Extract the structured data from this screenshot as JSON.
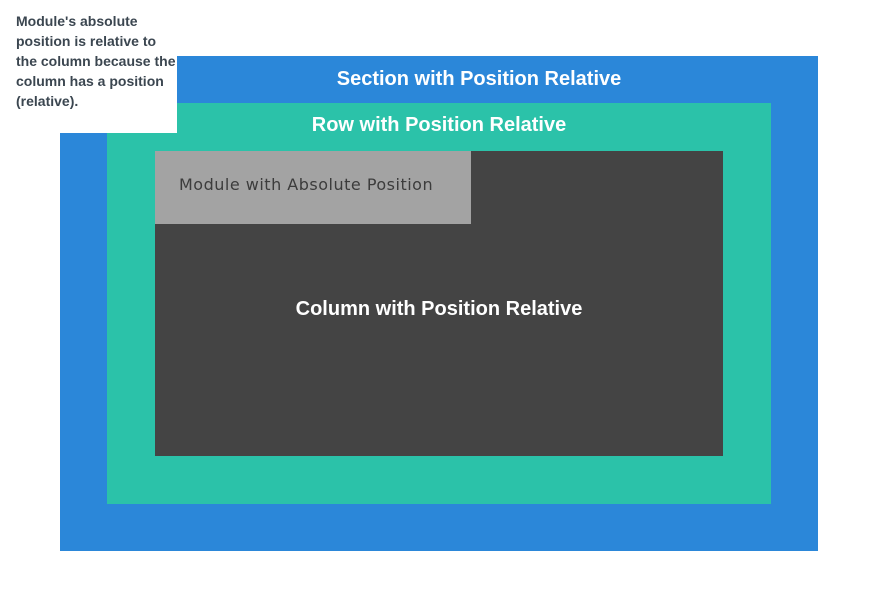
{
  "colors": {
    "section": "#2b87d9",
    "row": "#2bc2a9",
    "column": "#444444",
    "module": "#a3a3a3",
    "callout_bg": "#ffffff",
    "callout_text": "#3b4650"
  },
  "callout": {
    "text": "Module's absolute position is relative to the column because the column has a position (relative)."
  },
  "section": {
    "label": "Section with Position Relative"
  },
  "row": {
    "label": "Row with Position Relative"
  },
  "column": {
    "label": "Column with Position Relative"
  },
  "module": {
    "label": "Module with Absolute Position"
  }
}
